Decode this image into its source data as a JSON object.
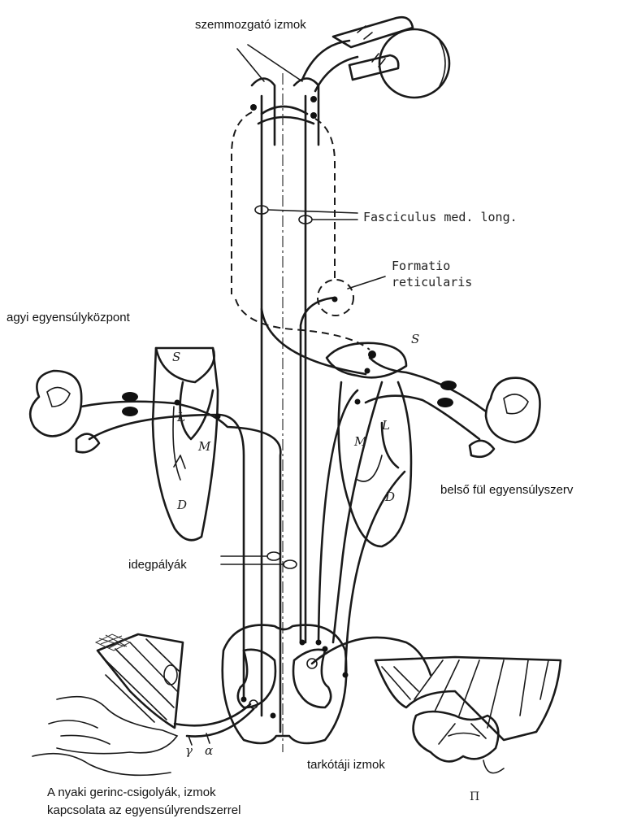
{
  "labels": {
    "eye_muscles": "szemmozgató izmok",
    "fasciculus": "Fasciculus med. long.",
    "formatio_line1": "Formatio",
    "formatio_line2": "reticularis",
    "brain_balance_center": "agyi egyensúlyközpont",
    "inner_ear_organ": "belső fül egyensúlyszerv",
    "nerve_pathways": "idegpályák",
    "neck_muscles": "tarkótáji izmok",
    "caption_line1": "A nyaki gerinc-csigolyák, izmok",
    "caption_line2": "kapcsolata az egyensúlyrendszerrel"
  },
  "nucleus_letters": {
    "left_s": "S",
    "left_l": "L",
    "left_m": "M",
    "left_d": "D",
    "right_s": "S",
    "right_l": "L",
    "right_m": "M",
    "right_d": "D"
  },
  "fiber_letters": {
    "gamma": "γ",
    "alpha": "α"
  },
  "corner_mark": "Π"
}
